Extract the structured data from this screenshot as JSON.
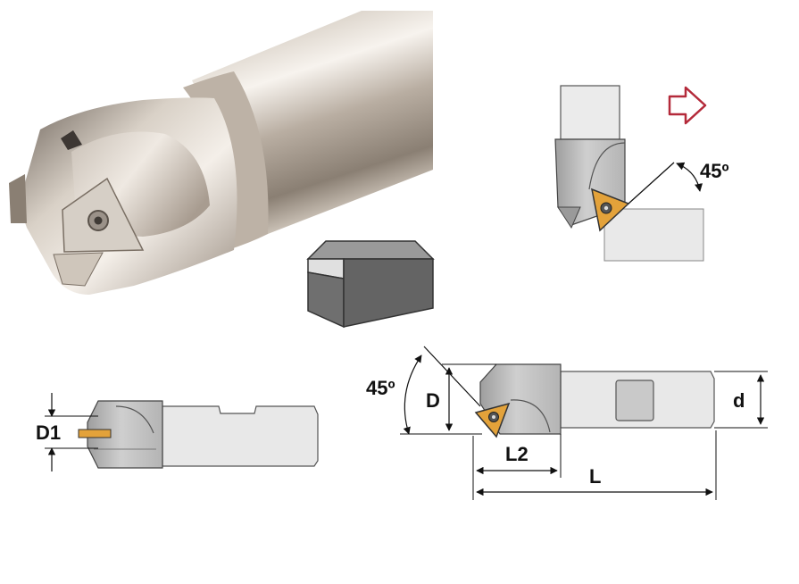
{
  "labels": {
    "angle_top": "45º",
    "angle_left": "45º",
    "diameter_d1": "D1",
    "diameter_big": "D",
    "diameter_shank": "d",
    "length_l2": "L2",
    "length_total": "L"
  },
  "colors": {
    "tool_body": "#c8c8c8",
    "tool_body_dark": "#a9a9a9",
    "shank": "#e7e7e7",
    "insert": "#e3a23a",
    "workpiece": "#e9e9e9",
    "block_face": "#6f6f6f",
    "feed_arrow": "#b42a3a",
    "outline": "#444444"
  },
  "icons": {
    "feed_direction": "hollow-right-arrow-icon",
    "insert_screw": "torx-screw-icon"
  }
}
